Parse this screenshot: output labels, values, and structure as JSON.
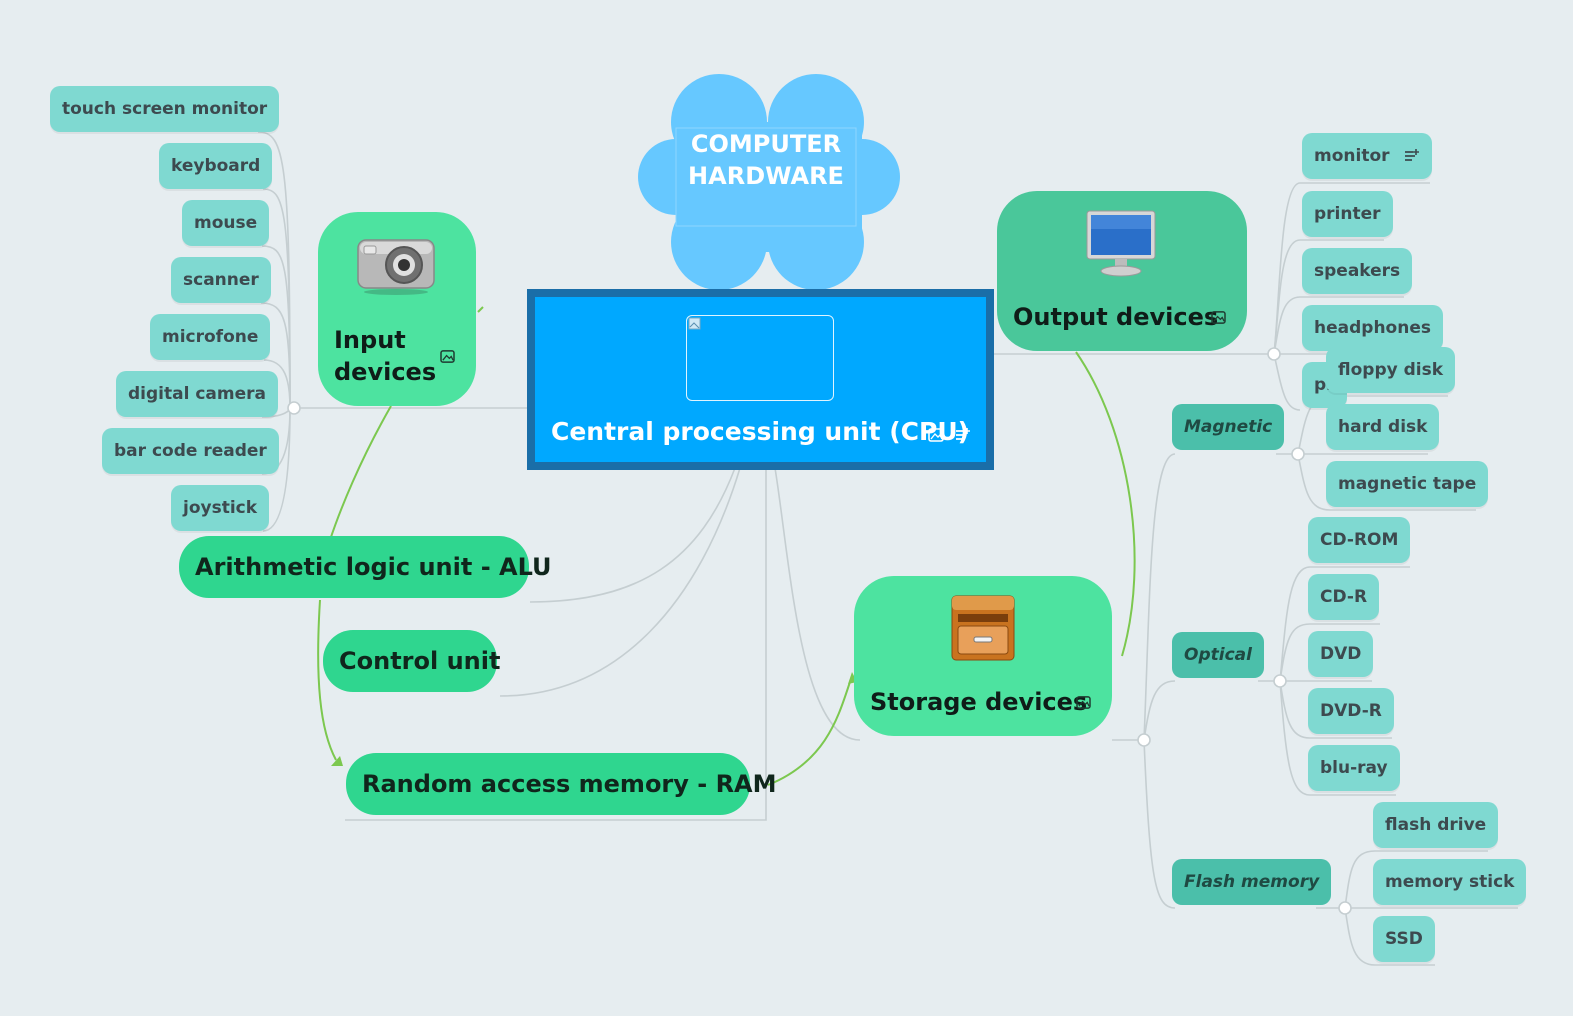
{
  "title": "COMPUTER\nHARDWARE",
  "cpu": {
    "label": "Central processing unit (CPU)"
  },
  "input": {
    "label": "Input\ndevices",
    "items": [
      "touch screen monitor",
      "keyboard",
      "mouse",
      "scanner",
      "microfone",
      "digital camera",
      "bar code reader",
      "joystick"
    ]
  },
  "output": {
    "label": "Output devices",
    "items": [
      "monitor",
      "printer",
      "speakers",
      "headphones",
      "pr"
    ]
  },
  "storage": {
    "label": "Storage devices",
    "categories": [
      {
        "label": "Magnetic",
        "items": [
          "floppy disk",
          "hard disk",
          "magnetic tape"
        ]
      },
      {
        "label": "Optical",
        "items": [
          "CD-ROM",
          "CD-R",
          "DVD",
          "DVD-R",
          "blu-ray"
        ]
      },
      {
        "label": "Flash memory",
        "items": [
          "flash drive",
          "memory stick",
          "SSD"
        ]
      }
    ]
  },
  "alu": {
    "label": "Arithmetic logic unit - ALU"
  },
  "control": {
    "label": "Control unit"
  },
  "ram": {
    "label": "Random access memory - RAM"
  },
  "icons": {
    "image": "image-icon",
    "note": "note-icon",
    "camera": "camera-icon",
    "monitor": "monitor-icon",
    "cabinet": "filing-cabinet-icon"
  },
  "colors": {
    "background": "#e6edf0",
    "cpu": "#00a8ff",
    "cloud": "#66c8ff",
    "main_branch": "#2fd68f",
    "leaf": "#7fd9d1",
    "category": "#4bbfaa",
    "arrow": "#7cc84f"
  }
}
